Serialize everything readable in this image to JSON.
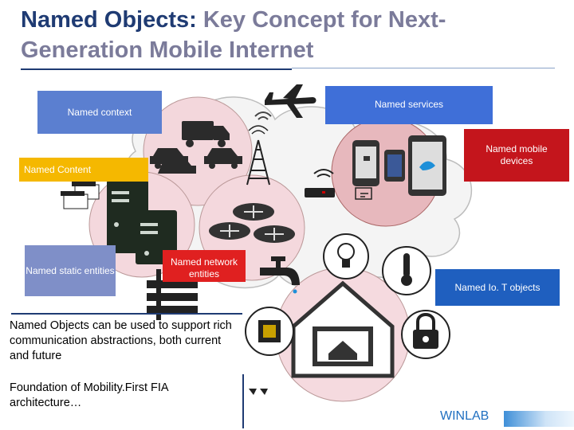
{
  "title": {
    "part1": "Named Objects:",
    "part2": " Key Concept for Next-Generation Mobile Internet"
  },
  "boxes": {
    "context": "Named context",
    "services": "Named services",
    "mobile": "Named mobile devices",
    "content": "Named Content",
    "static": "Named static entities",
    "network": "Named network entities",
    "iot": "Named Io. T objects"
  },
  "notes": {
    "n1": "Named Objects can be used to support rich communication abstractions, both current and future",
    "n2": "Foundation of Mobility.First FIA architecture…"
  },
  "logo": "WINLAB",
  "icons": [
    "airplane-icon",
    "truck-icon",
    "car-icon",
    "cell-tower-icon",
    "wifi-router-icon",
    "phone-icon",
    "tablet-icon",
    "film-clapper-icon",
    "server-icon",
    "router-icon",
    "faucet-icon",
    "light-bulb-icon",
    "thermometer-icon",
    "smart-home-icon",
    "chip-icon",
    "lock-icon"
  ],
  "colors": {
    "title": "#1f3b73",
    "title_accent": "#7b7b9a",
    "context": "#5b7fd0",
    "services": "#3f6fd8",
    "mobile": "#c4151c",
    "content": "#f5b800",
    "static": "#7f8fc8",
    "network": "#e02020",
    "iot": "#1f5fbf"
  }
}
